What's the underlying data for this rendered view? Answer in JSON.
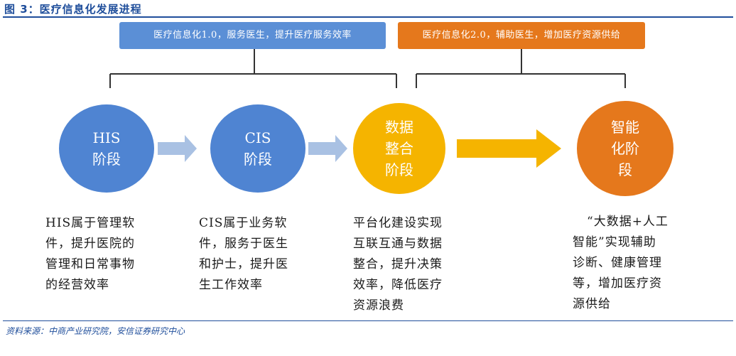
{
  "figure_title": "图 3：医疗信息化发展进程",
  "banners": {
    "left": "医疗信息化1.0，服务医生，提升医疗服务效率",
    "right": "医疗信息化2.0，辅助医生，增加医疗资源供给"
  },
  "stages": [
    {
      "lines": [
        "HIS",
        "阶段"
      ],
      "color": "#4f84d2"
    },
    {
      "lines": [
        "CIS",
        "阶段"
      ],
      "color": "#4f84d2"
    },
    {
      "lines": [
        "数据",
        "整合",
        "阶段"
      ],
      "color": "#f5b400"
    },
    {
      "lines": [
        "智能",
        "化阶",
        "段"
      ],
      "color": "#e5781c"
    }
  ],
  "descriptions": [
    [
      "HIS属于管理软",
      "件，提升医院的",
      "管理和日常事物",
      "的经营效率"
    ],
    [
      "CIS属于业务软",
      "件，服务于医生",
      "和护士，提升医",
      "生工作效率"
    ],
    [
      "平台化建设实现",
      "互联互通与数据",
      "整合，提升决策",
      "效率，降低医疗",
      "资源浪费"
    ],
    [
      "“大数据+人工",
      "智能”实现辅助",
      "诊断、健康管理",
      "等，增加医疗资",
      "源供给"
    ]
  ],
  "source": "资料来源：中商产业研究院，安信证券研究中心",
  "colors": {
    "title_blue": "#1f4e9b",
    "arrow_blue": "#a9c1e3",
    "arrow_yellow": "#f5b400",
    "bracket": "#333333"
  }
}
